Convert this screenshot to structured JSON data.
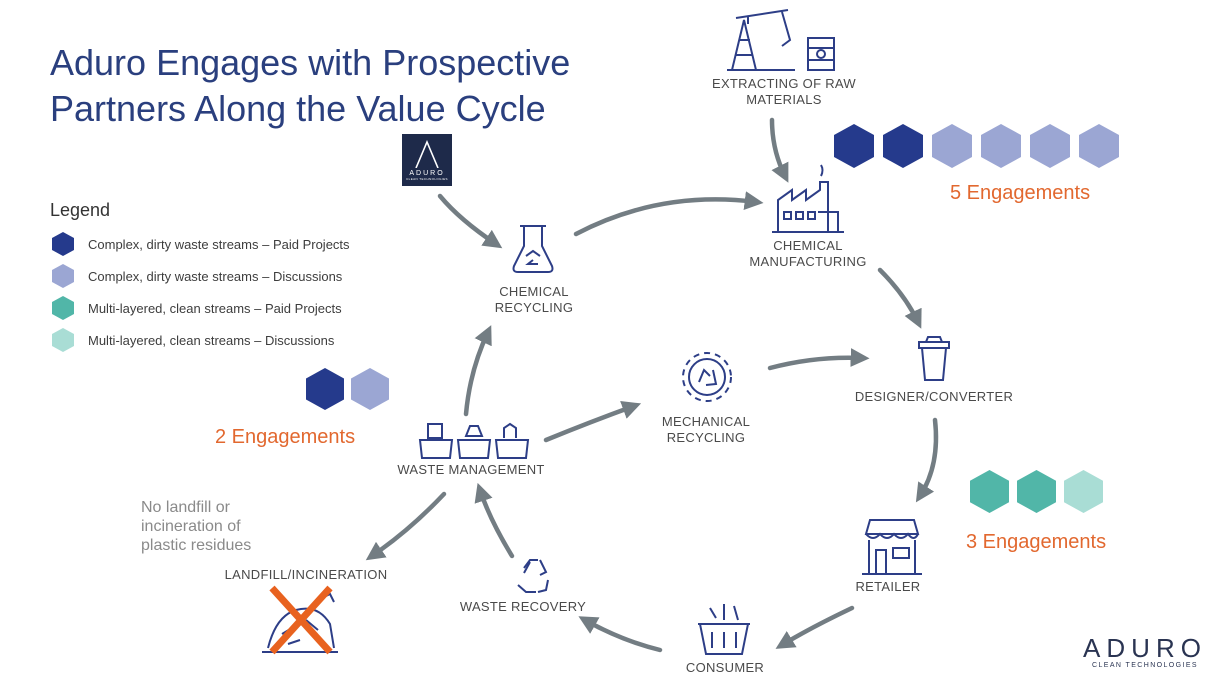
{
  "title": "Aduro Engages with Prospective Partners Along the Value Cycle",
  "legend": {
    "title": "Legend",
    "items": [
      {
        "label": "Complex, dirty waste streams – Paid Projects",
        "color": "#253a8c"
      },
      {
        "label": "Complex, dirty waste streams – Discussions",
        "color": "#9ba6d3"
      },
      {
        "label": "Multi-layered, clean streams – Paid Projects",
        "color": "#51b6a8"
      },
      {
        "label": "Multi-layered, clean streams – Discussions",
        "color": "#a9ddd5"
      }
    ]
  },
  "nodes": {
    "extracting": "EXTRACTING OF RAW\nMATERIALS",
    "chem_manufacturing": "CHEMICAL\nMANUFACTURING",
    "designer": "DESIGNER/CONVERTER",
    "retailer": "RETAILER",
    "consumer": "CONSUMER",
    "waste_recovery": "WASTE RECOVERY",
    "waste_management": "WASTE MANAGEMENT",
    "chemical_recycling": "CHEMICAL\nRECYCLING",
    "mechanical_recycling": "MECHANICAL\nRECYCLING",
    "landfill": "LANDFILL/INCINERATION"
  },
  "engagements": {
    "top": {
      "label": "5 Engagements",
      "hexes": [
        "#253a8c",
        "#253a8c",
        "#9ba6d3",
        "#9ba6d3",
        "#9ba6d3",
        "#9ba6d3"
      ]
    },
    "left": {
      "label": "2 Engagements",
      "hexes": [
        "#253a8c",
        "#9ba6d3"
      ]
    },
    "right": {
      "label": "3 Engagements",
      "hexes": [
        "#51b6a8",
        "#51b6a8",
        "#a9ddd5"
      ]
    }
  },
  "note": "No landfill or\nincineration of\nplastic residues",
  "logo": {
    "wordmark": "ADURO",
    "tagline": "CLEAN TECHNOLOGIES"
  },
  "colors": {
    "arrow": "#737d83",
    "icon": "#2d3e87",
    "accent": "#e2682f"
  }
}
